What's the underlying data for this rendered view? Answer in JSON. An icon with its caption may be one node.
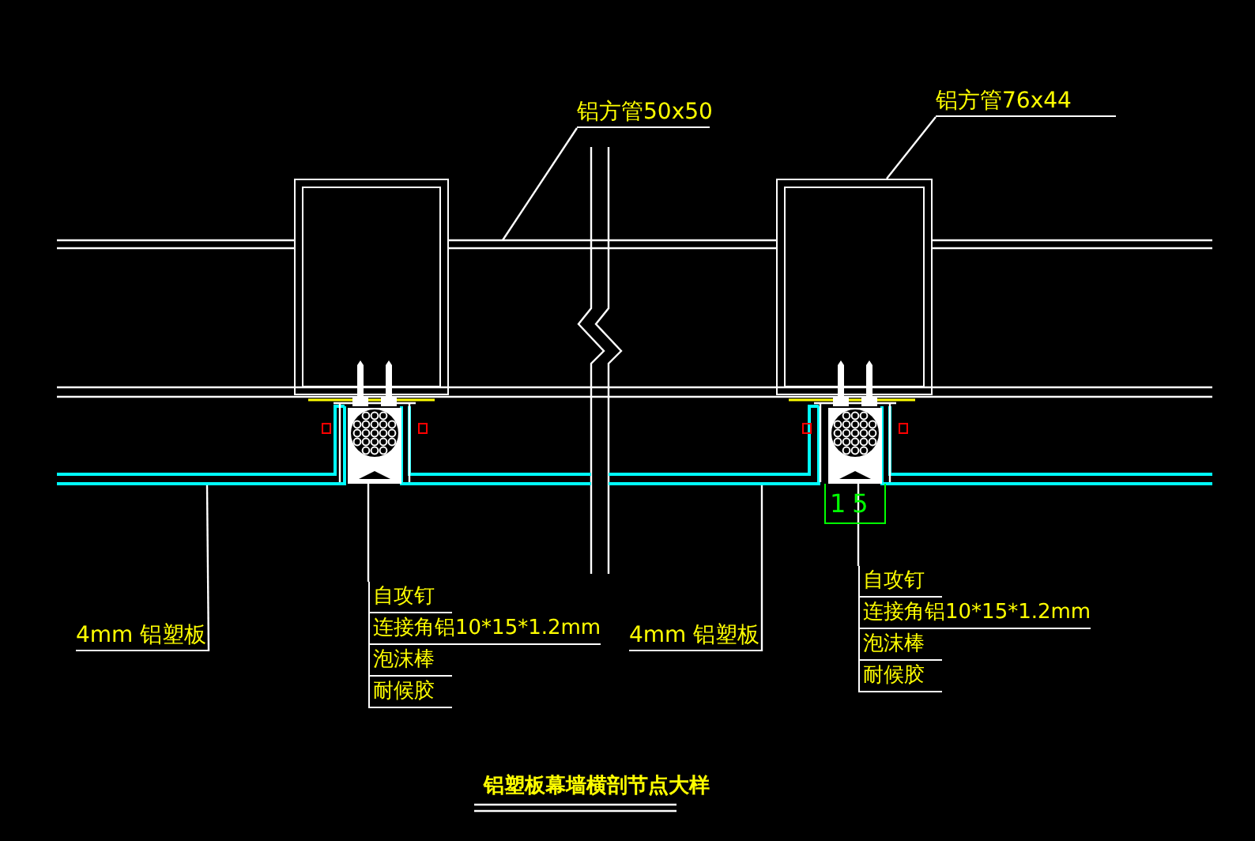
{
  "diagram": {
    "title": "铝塑板幕墙横剖节点大样",
    "nodes": [
      {
        "text": [
          "铝方管50x50"
        ]
      },
      {
        "text": [
          "铝方管76x44"
        ]
      },
      {
        "text": [],
        "shape": "box"
      },
      {
        "text": [],
        "shape": "box"
      },
      {
        "text": [
          "4mm 铝塑板"
        ]
      },
      {
        "text": [
          "自攻钉",
          "连接角铝10*15*1.2mm",
          "泡沫棒",
          "耐候胶"
        ]
      },
      {
        "text": [
          "4mm 铝塑板"
        ]
      },
      {
        "text": [
          "自攻钉",
          "连接角铝10*15*1.2mm",
          "泡沫棒",
          "耐候胶"
        ]
      },
      {
        "text": [],
        "shape": "bar"
      },
      {
        "text": [],
        "shape": "bar"
      },
      {
        "text": [],
        "shape": "bar"
      },
      {
        "text": [],
        "shape": "picture"
      },
      {
        "text": [],
        "shape": "picture"
      }
    ],
    "edges": [
      {
        "from": 0,
        "to": null,
        "arrow": "none"
      },
      {
        "from": 1,
        "to": 3,
        "arrow": "none"
      },
      {
        "from": 4,
        "to": 8,
        "arrow": "none"
      },
      {
        "from": 5,
        "to": 11,
        "arrow": "none"
      },
      {
        "from": 6,
        "to": 9,
        "arrow": "none"
      },
      {
        "from": 7,
        "to": 12,
        "arrow": "none"
      }
    ],
    "labels": [
      "15"
    ]
  }
}
